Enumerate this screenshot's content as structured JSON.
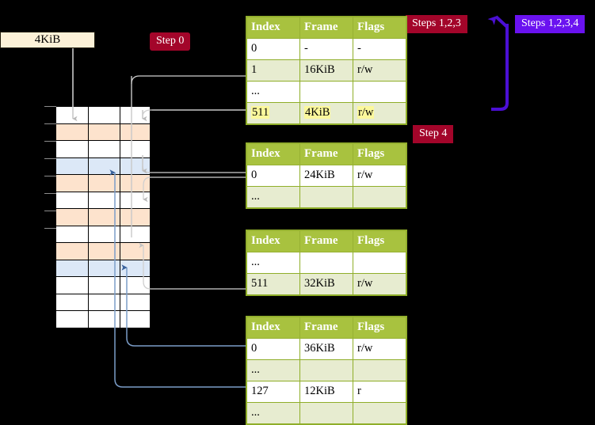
{
  "labels": {
    "size_box": "4KiB",
    "step0": "Step 0",
    "steps123": "Steps 1,2,3",
    "steps1234": "Steps 1,2,3,4",
    "step4": "Step 4"
  },
  "colors": {
    "header_green": "#a8c23f",
    "row_alt": "#e7ecd0",
    "highlight_yellow": "#fbf89c",
    "tag_red": "#a3052a",
    "tag_violet": "#6a12f0",
    "mem_orange": "#fde3cd",
    "mem_blue": "#dce8f7",
    "box_cream": "#fcf1d8",
    "connector_gray": "#bdbdbd",
    "connector_blue": "#7b9dc8"
  },
  "tables": [
    {
      "name": "pml4-table",
      "columns": [
        "Index",
        "Frame",
        "Flags"
      ],
      "rows": [
        {
          "cells": [
            "0",
            "-",
            "-"
          ],
          "shade": "white",
          "highlight": false
        },
        {
          "cells": [
            "1",
            "16KiB",
            "r/w"
          ],
          "shade": "alt",
          "highlight": false
        },
        {
          "cells": [
            "...",
            "",
            ""
          ],
          "shade": "white",
          "highlight": false
        },
        {
          "cells": [
            "511",
            "4KiB",
            "r/w"
          ],
          "shade": "alt",
          "highlight": true
        }
      ]
    },
    {
      "name": "pdpt-table",
      "columns": [
        "Index",
        "Frame",
        "Flags"
      ],
      "rows": [
        {
          "cells": [
            "0",
            "24KiB",
            "r/w"
          ],
          "shade": "white",
          "highlight": false
        },
        {
          "cells": [
            "...",
            "",
            ""
          ],
          "shade": "alt",
          "highlight": false
        }
      ]
    },
    {
      "name": "pd-table",
      "columns": [
        "Index",
        "Frame",
        "Flags"
      ],
      "rows": [
        {
          "cells": [
            "...",
            "",
            ""
          ],
          "shade": "white",
          "highlight": false
        },
        {
          "cells": [
            "511",
            "32KiB",
            "r/w"
          ],
          "shade": "alt",
          "highlight": false
        }
      ]
    },
    {
      "name": "pt-table",
      "columns": [
        "Index",
        "Frame",
        "Flags"
      ],
      "rows": [
        {
          "cells": [
            "0",
            "36KiB",
            "r/w"
          ],
          "shade": "white",
          "highlight": false
        },
        {
          "cells": [
            "...",
            "",
            ""
          ],
          "shade": "alt",
          "highlight": false
        },
        {
          "cells": [
            "127",
            "12KiB",
            "r"
          ],
          "shade": "white",
          "highlight": false
        },
        {
          "cells": [
            "...",
            "",
            ""
          ],
          "shade": "alt",
          "highlight": false
        }
      ]
    }
  ],
  "memory": {
    "name": "physical-memory-strip",
    "row_count": 13,
    "rows": [
      {
        "fill": "white"
      },
      {
        "fill": "orange"
      },
      {
        "fill": "white"
      },
      {
        "fill": "blue"
      },
      {
        "fill": "orange"
      },
      {
        "fill": "white"
      },
      {
        "fill": "orange"
      },
      {
        "fill": "white"
      },
      {
        "fill": "orange"
      },
      {
        "fill": "blue"
      },
      {
        "fill": "white"
      },
      {
        "fill": "white"
      },
      {
        "fill": "white"
      }
    ]
  }
}
